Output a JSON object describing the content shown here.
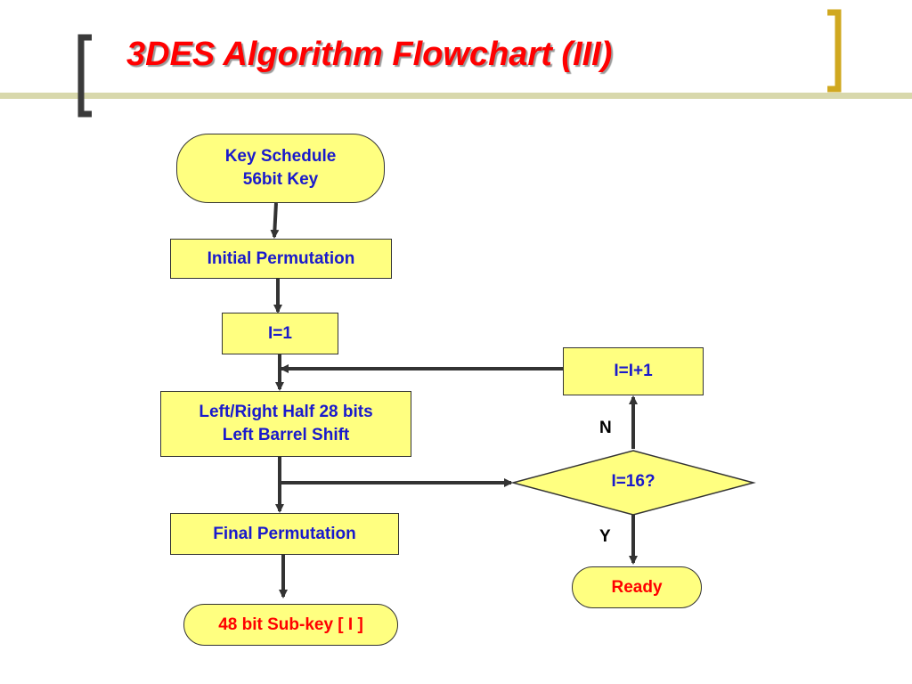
{
  "title": "3DES Algorithm Flowchart (III)",
  "colors": {
    "title": "#ff0000",
    "node_fill": "#ffff80",
    "node_text": "#1a1acc",
    "terminal_text": "#ff0000",
    "accent_dark": "#3a3a3a",
    "accent_gold": "#d0a820"
  },
  "nodes": {
    "key_schedule_line1": "Key Schedule",
    "key_schedule_line2": "56bit Key",
    "initial_permutation": "Initial Permutation",
    "i_eq_1": "I=1",
    "shift_line1": "Left/Right Half 28 bits",
    "shift_line2": "Left Barrel Shift",
    "final_permutation": "Final Permutation",
    "subkey": "48 bit Sub-key [ I ]",
    "increment": "I=I+1",
    "decision": "I=16?",
    "ready": "Ready"
  },
  "edge_labels": {
    "no": "N",
    "yes": "Y"
  }
}
